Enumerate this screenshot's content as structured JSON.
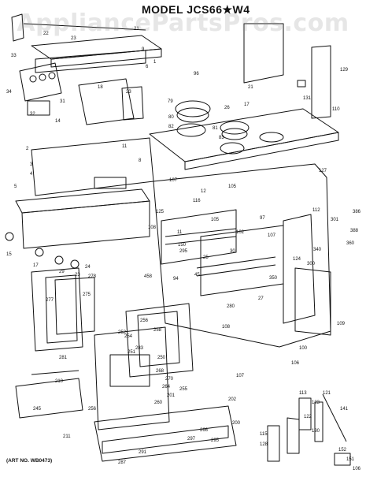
{
  "header": {
    "model_label": "MODEL JCS66★W4"
  },
  "watermark": "AppliancePartsPros.com",
  "footer": {
    "art_no": "(ART NO. WB0473)"
  },
  "callouts": [
    "21",
    "22",
    "23",
    "33",
    "9",
    "1",
    "6",
    "34",
    "31",
    "14",
    "32",
    "18",
    "23",
    "21",
    "129",
    "131",
    "110",
    "96",
    "79",
    "80",
    "83",
    "81",
    "17",
    "26",
    "82",
    "11",
    "8",
    "127",
    "107",
    "2",
    "3",
    "4",
    "5",
    "125",
    "108",
    "105",
    "12",
    "116",
    "105",
    "11",
    "102",
    "97",
    "107",
    "386",
    "112",
    "301",
    "388",
    "150",
    "30",
    "350",
    "25",
    "124",
    "458",
    "45",
    "94",
    "295",
    "340",
    "300",
    "360",
    "27",
    "280",
    "15",
    "17",
    "29",
    "23",
    "24",
    "278",
    "277",
    "275",
    "281",
    "256",
    "258",
    "283",
    "252",
    "254",
    "251",
    "100",
    "109",
    "106",
    "107",
    "108",
    "268",
    "250",
    "270",
    "264",
    "255",
    "201",
    "210",
    "245",
    "256",
    "260",
    "211",
    "202",
    "266",
    "297",
    "295",
    "200",
    "291",
    "287",
    "113",
    "121",
    "123",
    "122",
    "141",
    "130",
    "115",
    "128",
    "152",
    "151",
    "106"
  ]
}
